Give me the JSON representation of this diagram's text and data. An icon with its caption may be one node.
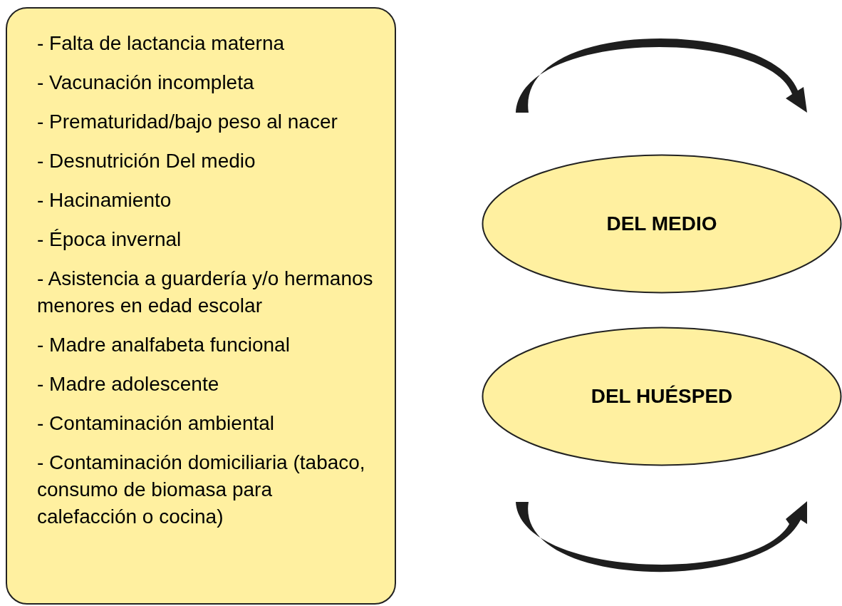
{
  "diagram": {
    "nodes": [
      {
        "text": [
          "- Falta de lactancia materna",
          "- Vacunación incompleta",
          "- Prematuridad/bajo peso al nacer",
          "- Desnutrición Del medio",
          "- Hacinamiento",
          "- Época invernal",
          "- Asistencia a guardería y/o hermanos menores en edad escolar",
          "- Madre analfabeta funcional",
          "- Madre adolescente",
          "- Contaminación ambiental",
          "- Contaminación domiciliaria (tabaco, consumo de biomasa para calefacción o cocina)"
        ]
      },
      {
        "text": [
          "DEL MEDIO"
        ]
      },
      {
        "text": [
          "DEL HUÉSPED"
        ]
      }
    ]
  }
}
